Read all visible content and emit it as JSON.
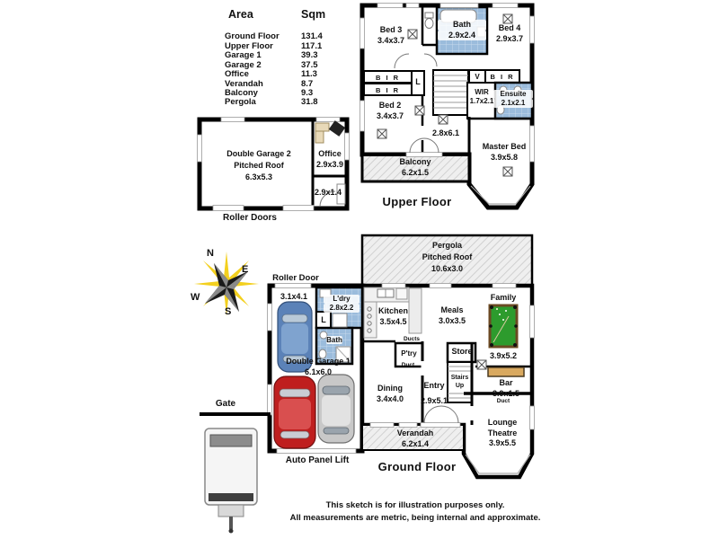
{
  "area_table": {
    "header": {
      "area": "Area",
      "sqm": "Sqm"
    },
    "rows": [
      {
        "label": "Ground Floor",
        "value": "131.4"
      },
      {
        "label": "Upper Floor",
        "value": "117.1"
      },
      {
        "label": "Garage 1",
        "value": "39.3"
      },
      {
        "label": "Garage 2",
        "value": "37.5"
      },
      {
        "label": "Office",
        "value": "11.3"
      },
      {
        "label": "Verandah",
        "value": "8.7"
      },
      {
        "label": "Balcony",
        "value": "9.3"
      },
      {
        "label": "Pergola",
        "value": "31.8"
      }
    ]
  },
  "upper_floor": {
    "title": "Upper Floor",
    "bed3": {
      "name": "Bed 3",
      "dims": "3.4x3.7"
    },
    "bath": {
      "name": "Bath",
      "dims": "2.9x2.4"
    },
    "bed4": {
      "name": "Bed 4",
      "dims": "2.9x3.7"
    },
    "bir": "B I R",
    "linen": "L",
    "vent": "V",
    "wir": {
      "name": "WIR",
      "dims": "1.7x2.1"
    },
    "ensuite": {
      "name": "Ensuite",
      "dims": "2.1x2.1"
    },
    "bed2": {
      "name": "Bed 2",
      "dims": "3.4x3.7"
    },
    "hall_dims": "2.8x6.1",
    "master": {
      "name": "Master Bed",
      "dims": "3.9x5.8"
    },
    "balcony": {
      "name": "Balcony",
      "dims": "6.2x1.5"
    }
  },
  "garage2_block": {
    "garage2_line1": "Double Garage 2",
    "garage2_line2": "Pitched Roof",
    "garage2_dims": "6.3x5.3",
    "office": {
      "name": "Office",
      "dims": "2.9x3.9"
    },
    "small_room_dims": "2.9x1.4",
    "roller_doors_label": "Roller Doors"
  },
  "compass": {
    "n": "N",
    "e": "E",
    "s": "S",
    "w": "W"
  },
  "ground_floor": {
    "title": "Ground Floor",
    "pergola_line1": "Pergola",
    "pergola_line2": "Pitched Roof",
    "pergola_dims": "10.6x3.0",
    "roller_door_label": "Roller Door",
    "garage_bay_dims": "3.1x4.1",
    "ldry": {
      "name": "L'dry",
      "dims": "2.8x2.2"
    },
    "linen": "L",
    "bath": "Bath",
    "garage1": {
      "name": "Double Garage 1",
      "dims": "6.1x6.0"
    },
    "auto_panel_lift_label": "Auto Panel Lift",
    "kitchen": {
      "name": "Kitchen",
      "dims": "3.5x4.5"
    },
    "meals": {
      "name": "Meals",
      "dims": "3.0x3.5"
    },
    "family": {
      "name": "Family",
      "dims": "3.9x5.2"
    },
    "ducts": "Ducts",
    "duct": "Duct",
    "ptry": "P'try",
    "store": "Store",
    "stairs_line1": "Stairs",
    "stairs_line2": "Up",
    "dining": {
      "name": "Dining",
      "dims": "3.4x4.0"
    },
    "entry": {
      "name": "Entry",
      "dims": "2.9x5.1"
    },
    "bar": {
      "name": "Bar",
      "dims": "3.9x1.5"
    },
    "lounge_line1": "Lounge",
    "lounge_line2": "Theatre",
    "lounge_dims": "3.9x5.5",
    "verandah": {
      "name": "Verandah",
      "dims": "6.2x1.4"
    },
    "gate_label": "Gate"
  },
  "disclaimer": {
    "line1": "This sketch is for illustration purposes only.",
    "line2": "All measurements are metric, being internal and approximate."
  },
  "colors": {
    "wall": "#000000",
    "tile_blue": "#9bbcdc",
    "hatch_gray": "#c9c9c9",
    "pool_green": "#2d9b2d",
    "bar_tan": "#d9a95f",
    "car_blue": "#5b82b8",
    "car_red": "#bf1e1e",
    "car_silver": "#c8c8c8",
    "compass_yellow": "#f2cd13"
  }
}
